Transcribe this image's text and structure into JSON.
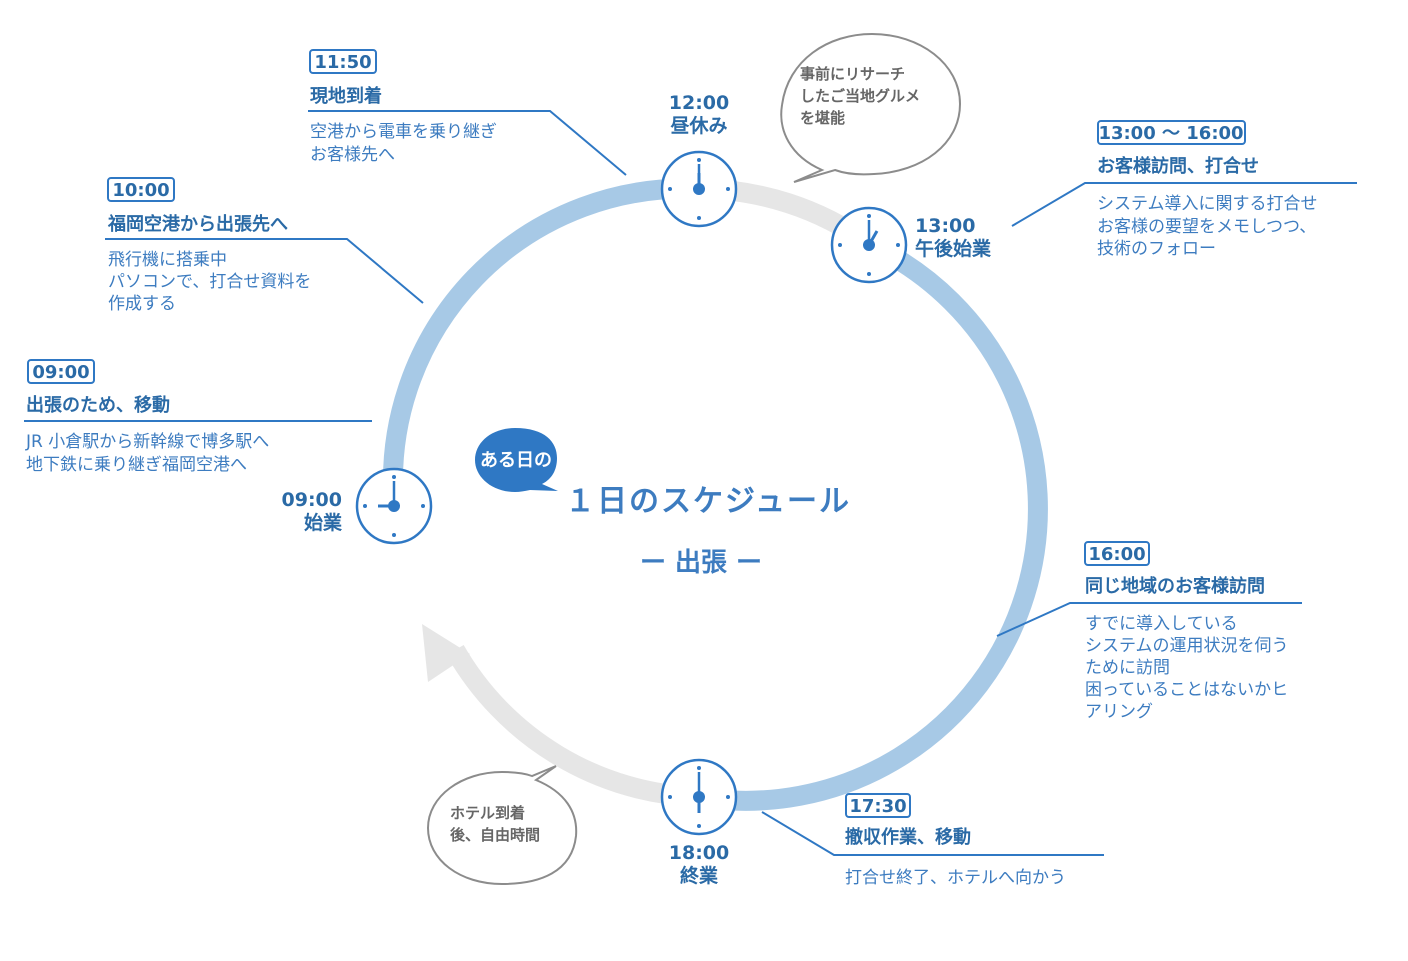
{
  "center": {
    "tag": "ある日の",
    "title": "１日のスケジュール",
    "subtitle": "ー 出張 ー"
  },
  "clocks": [
    {
      "time": "12:00",
      "label": "昼休み"
    },
    {
      "time": "13:00",
      "label": "午後始業"
    },
    {
      "time": "09:00",
      "label": "始業"
    },
    {
      "time": "18:00",
      "label": "終業"
    }
  ],
  "events": [
    {
      "time": "11:50",
      "title": "現地到着",
      "desc": [
        "空港から電車を乗り継ぎ",
        "お客様先へ"
      ]
    },
    {
      "time": "10:00",
      "title": "福岡空港から出張先へ",
      "desc": [
        "飛行機に搭乗中",
        "パソコンで、打合せ資料を",
        "作成する"
      ]
    },
    {
      "time": "09:00",
      "title": "出張のため、移動",
      "desc": [
        "JR 小倉駅から新幹線で博多駅へ",
        "地下鉄に乗り継ぎ福岡空港へ"
      ]
    },
    {
      "time": "13:00 〜 16:00",
      "title": "お客様訪問、打合せ",
      "desc": [
        "システム導入に関する打合せ",
        "お客様の要望をメモしつつ、",
        "技術のフォロー"
      ]
    },
    {
      "time": "16:00",
      "title": "同じ地域のお客様訪問",
      "desc": [
        "すでに導入している",
        "システムの運用状況を伺う",
        "ために訪問",
        "困っていることはないかヒ",
        "アリング"
      ]
    },
    {
      "time": "17:30",
      "title": "撤収作業、移動",
      "desc": [
        "打合せ終了、ホテルへ向かう"
      ]
    }
  ],
  "bubbles": [
    {
      "lines": [
        "事前にリサーチ",
        "したご当地グルメ",
        "を堪能"
      ]
    },
    {
      "lines": [
        "ホテル到着",
        "後、自由時間"
      ]
    }
  ],
  "colors": {
    "arc_blue": "#a7c9e6",
    "arc_gray": "#e6e6e6",
    "primary": "#2f78c4",
    "text_dark": "#2a6aa6",
    "text_light": "#3d7cc0",
    "bubble_stroke": "#8c8c8c"
  }
}
